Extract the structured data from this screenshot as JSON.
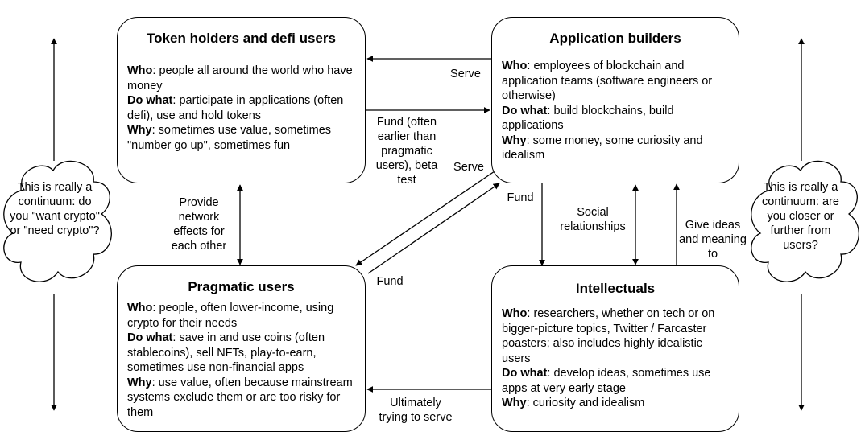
{
  "boxes": {
    "token_holders": {
      "title": "Token holders and defi users",
      "who_label": "Who",
      "who": ": people all around the world who have money",
      "do_label": "Do what",
      "do": ": participate in applications (often defi), use and hold tokens",
      "why_label": "Why",
      "why": ": sometimes use value, sometimes \"number go up\", sometimes fun"
    },
    "app_builders": {
      "title": "Application builders",
      "who_label": "Who",
      "who": ": employees of blockchain and application teams (software engineers or otherwise)",
      "do_label": "Do what",
      "do": ": build blockchains, build applications",
      "why_label": "Why",
      "why": ": some money, some curiosity and idealism"
    },
    "pragmatic": {
      "title": "Pragmatic users",
      "who_label": "Who",
      "who": ": people, often lower-income, using crypto for their needs",
      "do_label": "Do what",
      "do": ": save in and use coins (often stablecoins), sell NFTs, play-to-earn, sometimes use non-financial apps",
      "why_label": "Why",
      "why": ": use value, often because mainstream systems exclude them or are too risky for them"
    },
    "intellectuals": {
      "title": "Intellectuals",
      "who_label": "Who",
      "who": ": researchers, whether on tech or on bigger-picture topics, Twitter / Farcaster poasters; also includes highly idealistic users",
      "do_label": "Do what",
      "do": ": develop ideas, sometimes use apps at very early stage",
      "why_label": "Why",
      "why": ": curiosity and idealism"
    }
  },
  "edge_labels": {
    "serve_top": "Serve",
    "fund_often": "Fund (often earlier than pragmatic users), beta test",
    "serve_diag": "Serve",
    "fund_diag": "Fund",
    "provide_network": "Provide network effects for each other",
    "fund_right": "Fund",
    "social": "Social relationships",
    "give_ideas": "Give ideas and meaning to",
    "ultimately": "Ultimately trying to serve"
  },
  "clouds": {
    "left": "This is really a continuum: do you \"want crypto\" or \"need crypto\"?",
    "right": "This is really a continuum: are you closer or further from users?"
  }
}
